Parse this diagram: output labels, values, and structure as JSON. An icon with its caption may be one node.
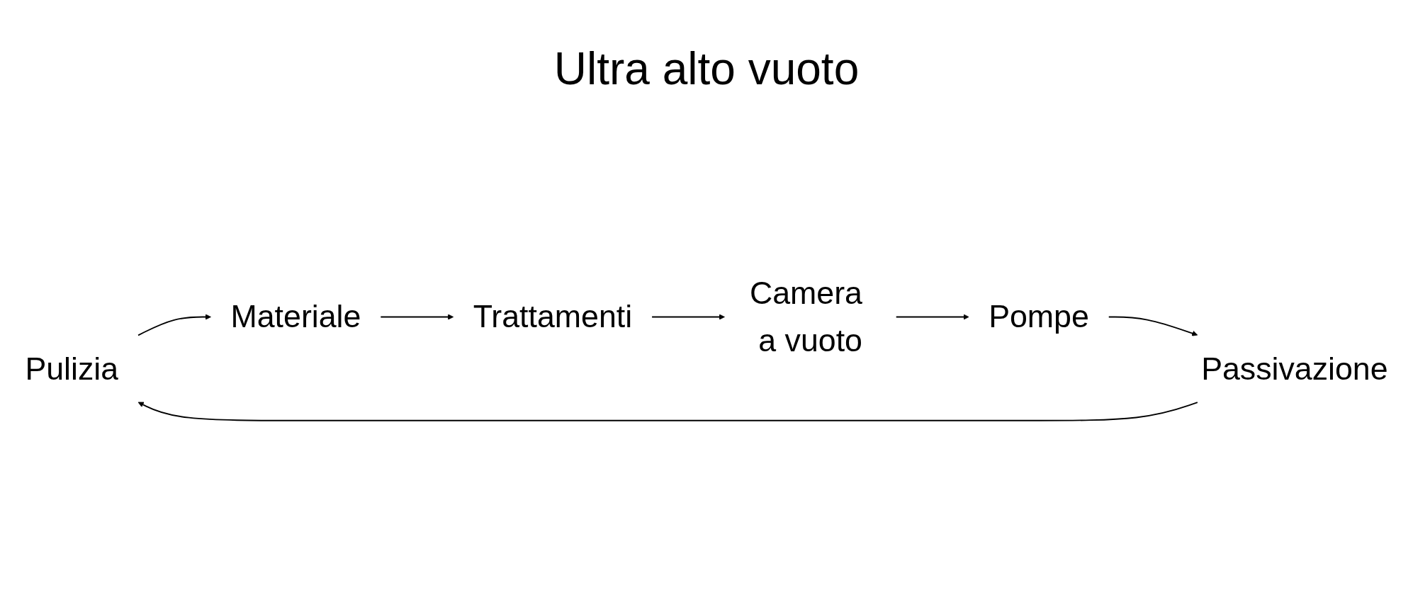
{
  "diagram": {
    "title": "Ultra alto vuoto",
    "nodes": [
      {
        "text": [
          "Pulizia"
        ]
      },
      {
        "text": [
          "Materiale"
        ]
      },
      {
        "text": [
          "Trattamenti"
        ]
      },
      {
        "text": [
          "Camera a vuoto"
        ]
      },
      {
        "text": [
          "Pompe"
        ]
      },
      {
        "text": [
          "Passivazione"
        ]
      }
    ],
    "edges": [
      {
        "from": 5,
        "to": 0,
        "arrow": "to"
      },
      {
        "from": 0,
        "to": 1,
        "arrow": "to"
      },
      {
        "from": 1,
        "to": 2,
        "arrow": "to"
      },
      {
        "from": 2,
        "to": 3,
        "arrow": "to"
      },
      {
        "from": 3,
        "to": 4,
        "arrow": "to"
      },
      {
        "from": 4,
        "to": 5,
        "arrow": "to"
      }
    ]
  }
}
